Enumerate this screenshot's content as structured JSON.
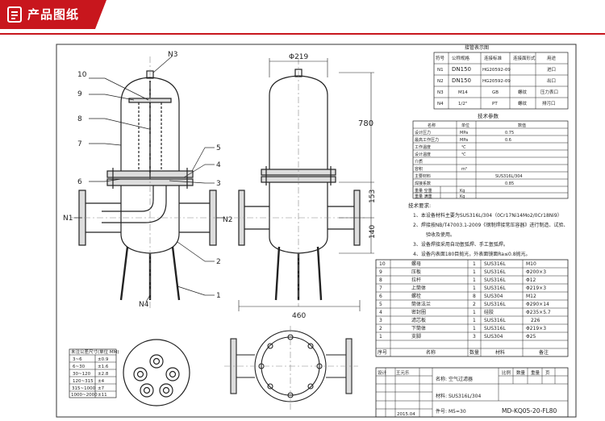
{
  "header": {
    "title": "产品图纸",
    "icon": "document-icon",
    "accent": "#c8161d"
  },
  "drawing": {
    "part_callouts": [
      "10",
      "9",
      "8",
      "7",
      "6",
      "5",
      "4",
      "3",
      "2",
      "1"
    ],
    "nozzle_labels": [
      "N1",
      "N2",
      "N3",
      "N4"
    ],
    "dimensions": {
      "diameter": "Φ219",
      "height": "780",
      "width": "460",
      "lower_a": "153",
      "lower_b": "140"
    },
    "nozzle_table": {
      "title": "接管表示图",
      "headers": [
        "符号",
        "公称规格",
        "连接标准",
        "连接面形式",
        "用途"
      ],
      "rows": [
        [
          "N1",
          "DN150",
          "HG20592-09",
          "",
          "进口"
        ],
        [
          "N2",
          "DN150",
          "HG20592-09",
          "",
          "出口"
        ],
        [
          "N3",
          "M14",
          "GB",
          "螺纹",
          "压力表口"
        ],
        [
          "N4",
          "1/2\"",
          "PT",
          "螺纹",
          "排污口"
        ]
      ]
    },
    "tech_params": {
      "title": "技术参数",
      "headers": [
        "名称",
        "单位",
        "数值"
      ],
      "rows": [
        [
          "设计压力",
          "MPa",
          "0.75"
        ],
        [
          "最高工作压力",
          "MPa",
          "0.6"
        ],
        [
          "工作温度",
          "℃",
          ""
        ],
        [
          "设计温度",
          "℃",
          ""
        ],
        [
          "介质",
          "",
          ""
        ],
        [
          "容积",
          "m³",
          ""
        ],
        [
          "主要材料",
          "",
          "SUS316L/304"
        ],
        [
          "焊接系数",
          "",
          "0.85"
        ],
        [
          "重量 空重",
          "Kg",
          ""
        ],
        [
          "重量 满重",
          "Kg",
          ""
        ]
      ]
    },
    "requirements": {
      "title": "技术要求:",
      "items": [
        "1、本设备材料主要为SUS316L/304（0Cr17Ni14Mo2/0Cr18Ni9）",
        "2、焊接按NB/T47003.1-2009《钢制焊接常压容器》进行制造、试验、",
        "验收及使用。",
        "3、设备焊接采用自动氩弧焊、手工氩弧焊。",
        "4、设备内表面180目抛光，外表面镜面Ra≤0.8抛光。"
      ]
    },
    "bom": {
      "headers": [
        "序号",
        "名称",
        "数量",
        "材料",
        "备注"
      ],
      "rows": [
        [
          "10",
          "螺母",
          "1",
          "SUS316L",
          "M10"
        ],
        [
          "9",
          "压板",
          "1",
          "SUS316L",
          "Φ200×3"
        ],
        [
          "8",
          "拉杆",
          "1",
          "SUS316L",
          "Φ12"
        ],
        [
          "7",
          "上筒体",
          "1",
          "SUS316L",
          "Φ219×3"
        ],
        [
          "6",
          "螺栓",
          "8",
          "SUS304",
          "M12"
        ],
        [
          "5",
          "筒体法兰",
          "2",
          "SUS316L",
          "Φ290×14"
        ],
        [
          "4",
          "密封圈",
          "1",
          "硅胶",
          "Φ235×5.7"
        ],
        [
          "3",
          "滤芯板",
          "1",
          "SUS316L",
          "226"
        ],
        [
          "2",
          "下筒体",
          "1",
          "SUS316L",
          "Φ219×3"
        ],
        [
          "1",
          "支脚",
          "3",
          "SUS304",
          "Φ25"
        ]
      ]
    },
    "tolerance": {
      "title": "未注公差尺寸(单位 MM)",
      "rows": [
        [
          "3~6",
          "±0.9"
        ],
        [
          "6~30",
          "±1.6"
        ],
        [
          "30~120",
          "±2.8"
        ],
        [
          "120~315",
          "±4"
        ],
        [
          "315~1000",
          "±7"
        ],
        [
          "1000~2000",
          "±11"
        ]
      ]
    },
    "title_block": {
      "design_label": "设计",
      "designer": "王元乐",
      "product_name_label": "名称:",
      "product_name": "空气过滤器",
      "material_label": "材料:",
      "material": "SUS316L/304",
      "scale_label": "比例",
      "quantity_label": "数量",
      "weight_label": "重量",
      "sheet_label": "页",
      "date": "2015.04",
      "thread_label": "件号:",
      "thread": "M5=30",
      "drawing_no": "MD-KQ05-20-FL80"
    }
  }
}
